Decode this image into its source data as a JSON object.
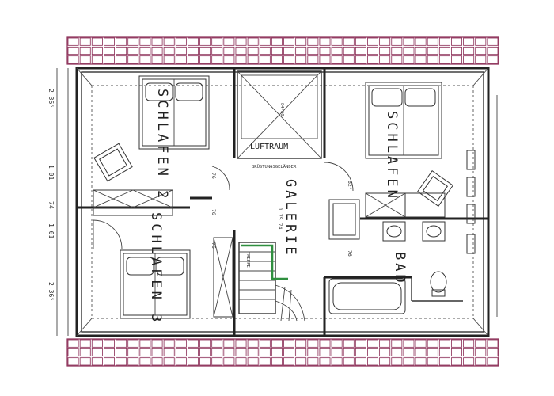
{
  "rooms": {
    "schlafen_left": "SCHLAFEN 2",
    "schlafen_left_b": "SCHLAFEN 3",
    "schlafen_right": "SCHLAFEN",
    "galerie": "GALERIE",
    "bad": "BAD",
    "luftraum": "LUFTRAUM"
  },
  "labels": {
    "bruestung_top": "BRÜSTUNGSGELÄNDER",
    "treppe": "TREPPE",
    "luftraum_dims": "84/60",
    "galerie_dim": "1 75 74",
    "dim_left_top": "2 36⁵",
    "dim_left_101a": "1 01",
    "dim_left_74": "74",
    "dim_left_101b": "1 01",
    "dim_left_bottom": "2 36⁵",
    "dim_76_a": "76",
    "dim_76_b": "76",
    "dim_76_c": "76",
    "dim_76_d": "76",
    "dim_625": "62⁵"
  }
}
